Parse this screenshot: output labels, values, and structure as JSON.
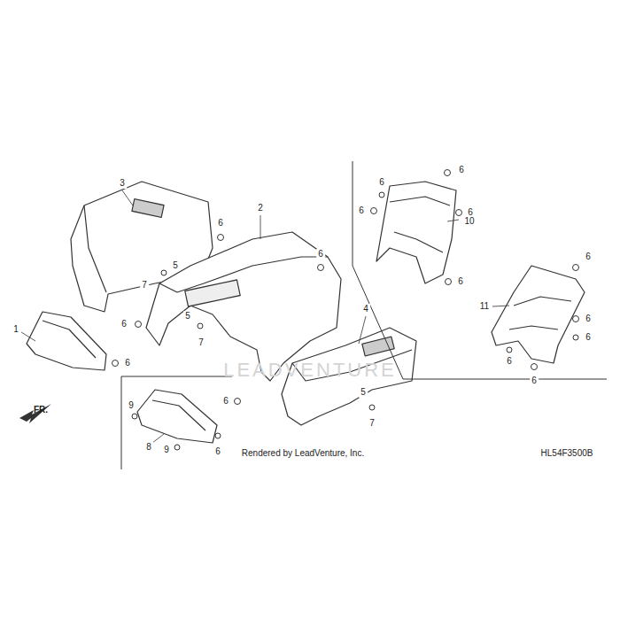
{
  "diagram": {
    "labels": [
      "3",
      "6",
      "2",
      "5",
      "7",
      "6",
      "1",
      "6",
      "5",
      "7",
      "4",
      "6",
      "6",
      "5",
      "7",
      "9",
      "8",
      "9",
      "6",
      "6",
      "6",
      "6",
      "6",
      "10",
      "6",
      "6",
      "11",
      "6",
      "6",
      "6",
      "6",
      "FR.",
      "Rendered by LeadVenture, Inc.",
      "HL54F3500B",
      "LEADVENTURE"
    ]
  }
}
